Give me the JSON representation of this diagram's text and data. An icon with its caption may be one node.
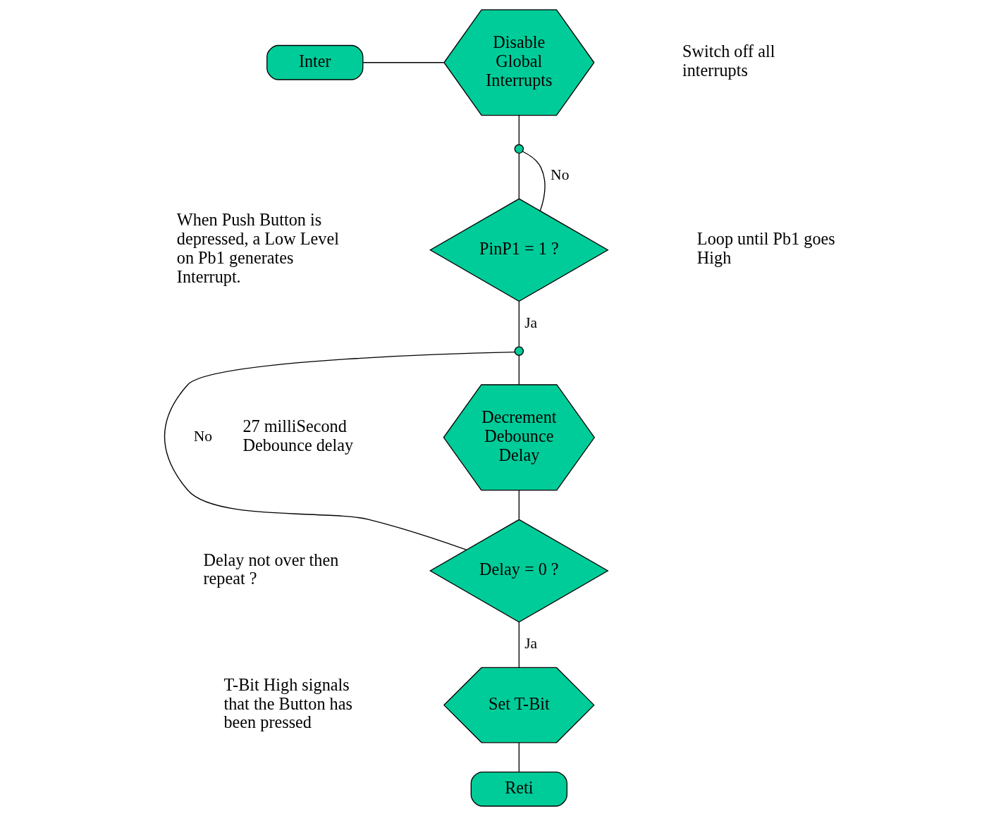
{
  "diagram": {
    "nodes": [
      {
        "text": [
          "Inter"
        ]
      },
      {
        "text": [
          "Disable Global Interrupts"
        ]
      },
      {
        "text": [],
        "shape": "circle"
      },
      {
        "text": [
          "PinP1 = 1 ?"
        ]
      },
      {
        "text": [],
        "shape": "circle"
      },
      {
        "text": [
          "Decrement Debounce Delay"
        ]
      },
      {
        "text": [
          "Delay = 0 ?"
        ]
      },
      {
        "text": [
          "Set T-Bit"
        ]
      },
      {
        "text": [
          "Reti"
        ]
      }
    ],
    "edges": [
      {
        "from": 0,
        "to": 1,
        "arrow": "none"
      },
      {
        "from": 1,
        "to": 2,
        "arrow": "none"
      },
      {
        "from": 2,
        "to": 3,
        "arrow": "none"
      },
      {
        "from": 3,
        "to": 2,
        "label": "No",
        "arrow": "none"
      },
      {
        "from": 3,
        "to": 4,
        "label": "Ja",
        "arrow": "none"
      },
      {
        "from": 4,
        "to": 5,
        "arrow": "none"
      },
      {
        "from": 5,
        "to": 6,
        "arrow": "none"
      },
      {
        "from": 6,
        "to": 4,
        "label": "No",
        "arrow": "none"
      },
      {
        "from": 6,
        "to": 7,
        "label": "Ja",
        "arrow": "none"
      },
      {
        "from": 7,
        "to": 8,
        "arrow": "none"
      }
    ],
    "labels": [
      "Switch off all interrupts",
      "When Push Button is depressed, a Low Level on Pb1 generates Interrupt.",
      "Loop until Pb1 goes High",
      "27 milliSecond Debounce delay",
      "Delay not over then repeat ?",
      "T-Bit High signals that the Button has been pressed"
    ]
  }
}
